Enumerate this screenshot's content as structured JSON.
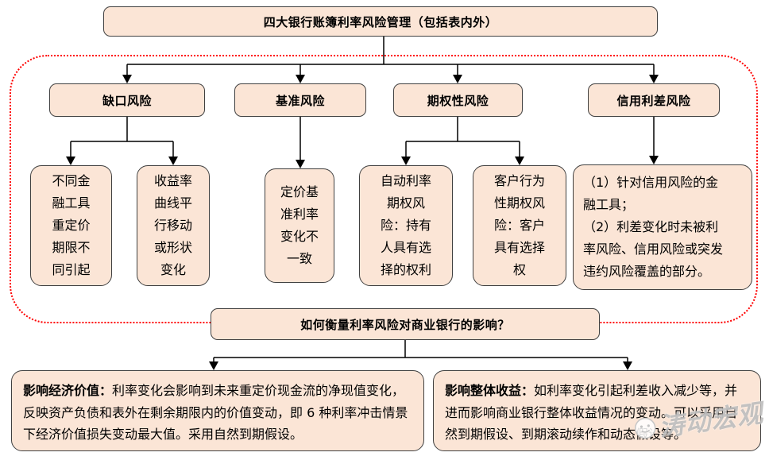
{
  "colors": {
    "box_fill": "#FBE5D6",
    "box_border": "#404040",
    "dashed_frame": "#FF0000",
    "connector": "#000000",
    "text": "#000000",
    "watermark": "#ACACAC"
  },
  "root": {
    "title": "四大银行账簿利率风险管理（包括表内外）"
  },
  "categories": [
    {
      "label": "缺口风险"
    },
    {
      "label": "基准风险"
    },
    {
      "label": "期权性风险"
    },
    {
      "label": "信用利差风险"
    }
  ],
  "details": {
    "gap_1": "不同金\n融工具\n重定价\n期限不\n同引起",
    "gap_2": "收益率\n曲线平\n行移动\n或形状\n变化",
    "basis_1": "定价基\n准利率\n变化不\n一致",
    "option_1": "自动利率\n期权风\n险：持有\n人具有选\n择的权利",
    "option_2": "客户行为\n性期权风\n险：客户\n具有选择\n权",
    "credit_1": "（1）针对信用风险的金\n融工具；\n（2）利差变化时未被利\n率风险、信用风险或突发\n违约风险覆盖的部分。"
  },
  "question": {
    "label": "如何衡量利率风险对商业银行的影响？"
  },
  "outcomes": {
    "economic_value": {
      "lead": "影响经济价值：",
      "body": "利率变化会影响到未来重定价现金流的净现值变化，反映资产负债和表外在剩余期限内的价值变动，即 6 种利率冲击情景下经济价值损失变动最大值。采用自然到期假设。"
    },
    "overall_income": {
      "lead": "影响整体收益：",
      "body": "如利率变化引起利差收入减少等，并进而影响商业银行整体收益情况的变动。可以采用自然到期假设、到期滚动续作和动态假设等。"
    }
  },
  "watermark": {
    "text": "涛动宏观"
  }
}
